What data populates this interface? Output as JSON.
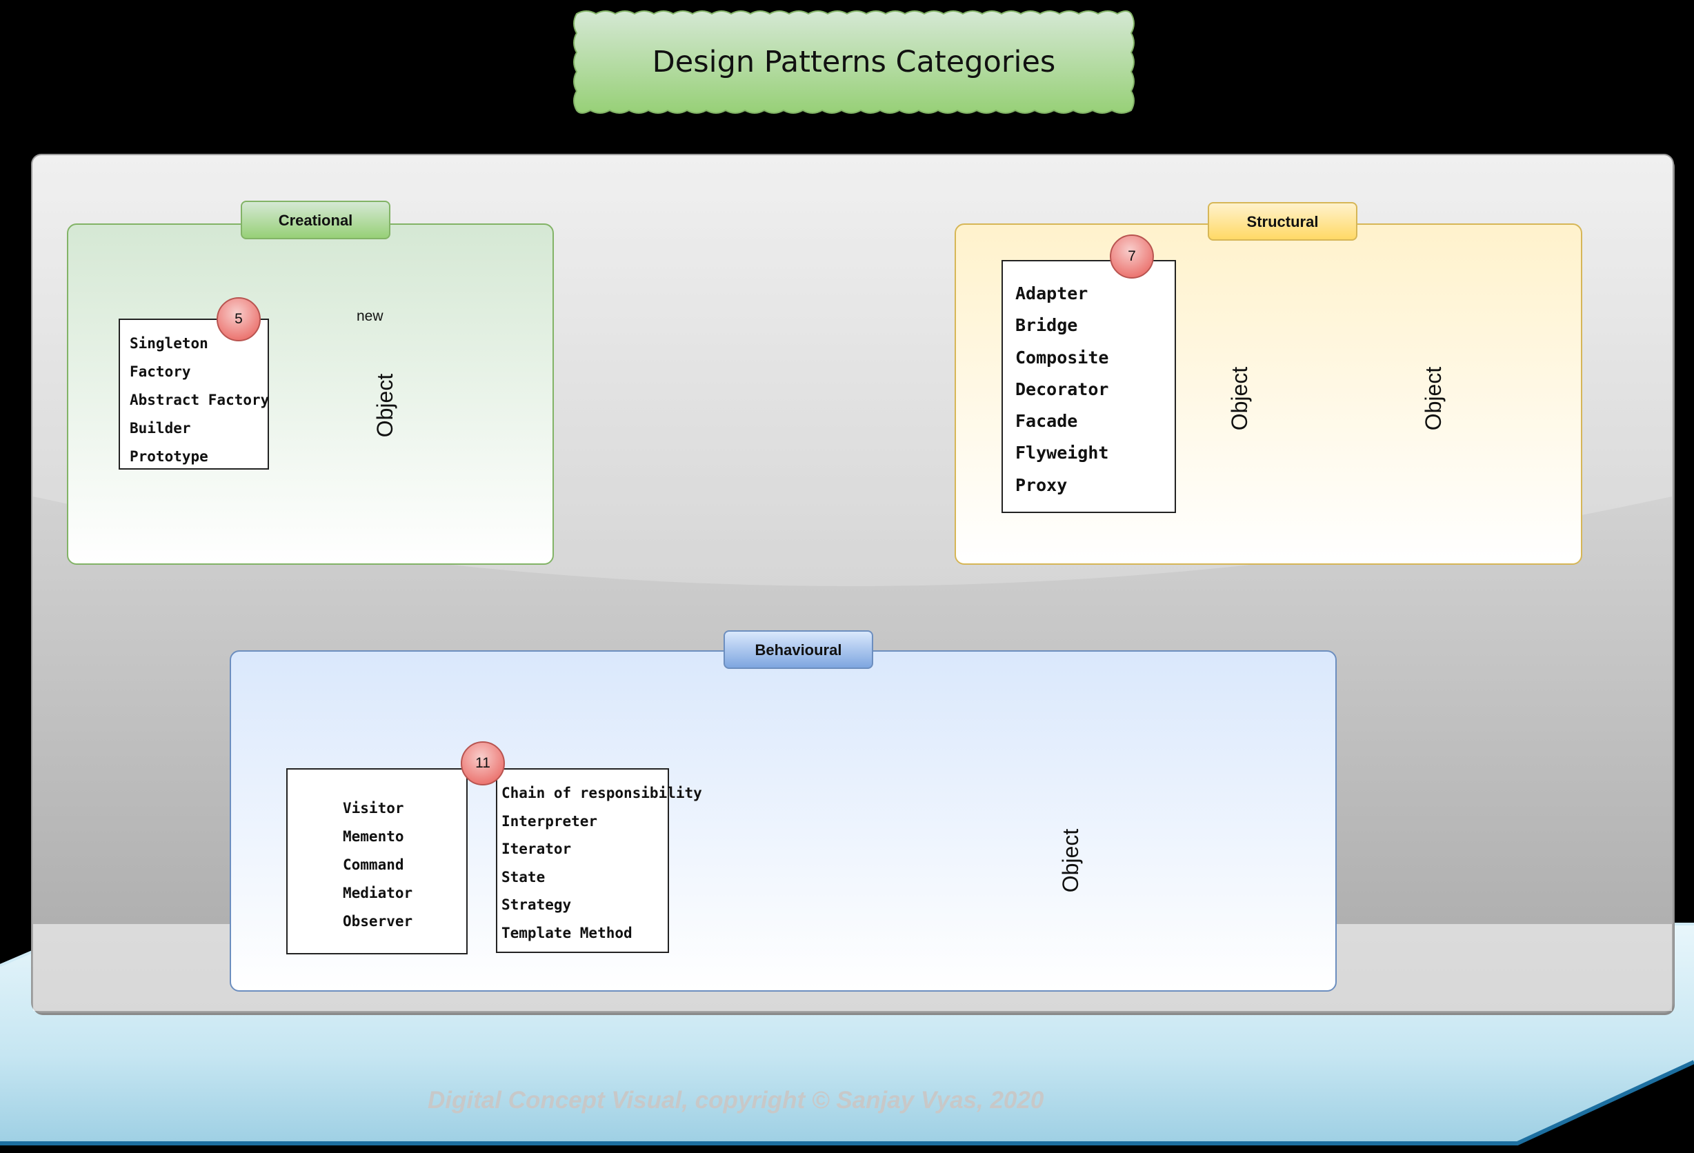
{
  "title": "Design Patterns Categories",
  "footer": "Digital Concept Visual, copyright © Sanjay Vyas, 2020",
  "colors": {
    "title_fill": "#97d077",
    "creational": "#82b366",
    "structural": "#d6b656",
    "behavioural": "#6c8ebf",
    "badge": "#ea6b66",
    "cube": "#7ea6e0"
  },
  "creational": {
    "label": "Creational",
    "count": "5",
    "patterns": [
      "Singleton",
      "Factory",
      "Abstract Factory",
      "Builder",
      "Prototype"
    ],
    "burst_label": "new",
    "object_label": "Object"
  },
  "structural": {
    "label": "Structural",
    "count": "7",
    "patterns": [
      "Adapter",
      "Bridge",
      "Composite",
      "Decorator",
      "Facade",
      "Flyweight",
      "Proxy"
    ],
    "object_left_label": "Object",
    "object_right_label": "Object",
    "icons": [
      "bridge-icon"
    ]
  },
  "behavioural": {
    "label": "Behavioural",
    "count": "11",
    "patterns_left": [
      "Visitor",
      "Memento",
      "Command",
      "Mediator",
      "Observer"
    ],
    "patterns_right": [
      "Chain of responsibility",
      "Interpreter",
      "Iterator",
      "State",
      "Strategy",
      "Template Method"
    ],
    "object_label": "Object",
    "icons": [
      "eye-icon",
      "eye-icon",
      "eye-icon",
      "walking-person-icon"
    ]
  }
}
